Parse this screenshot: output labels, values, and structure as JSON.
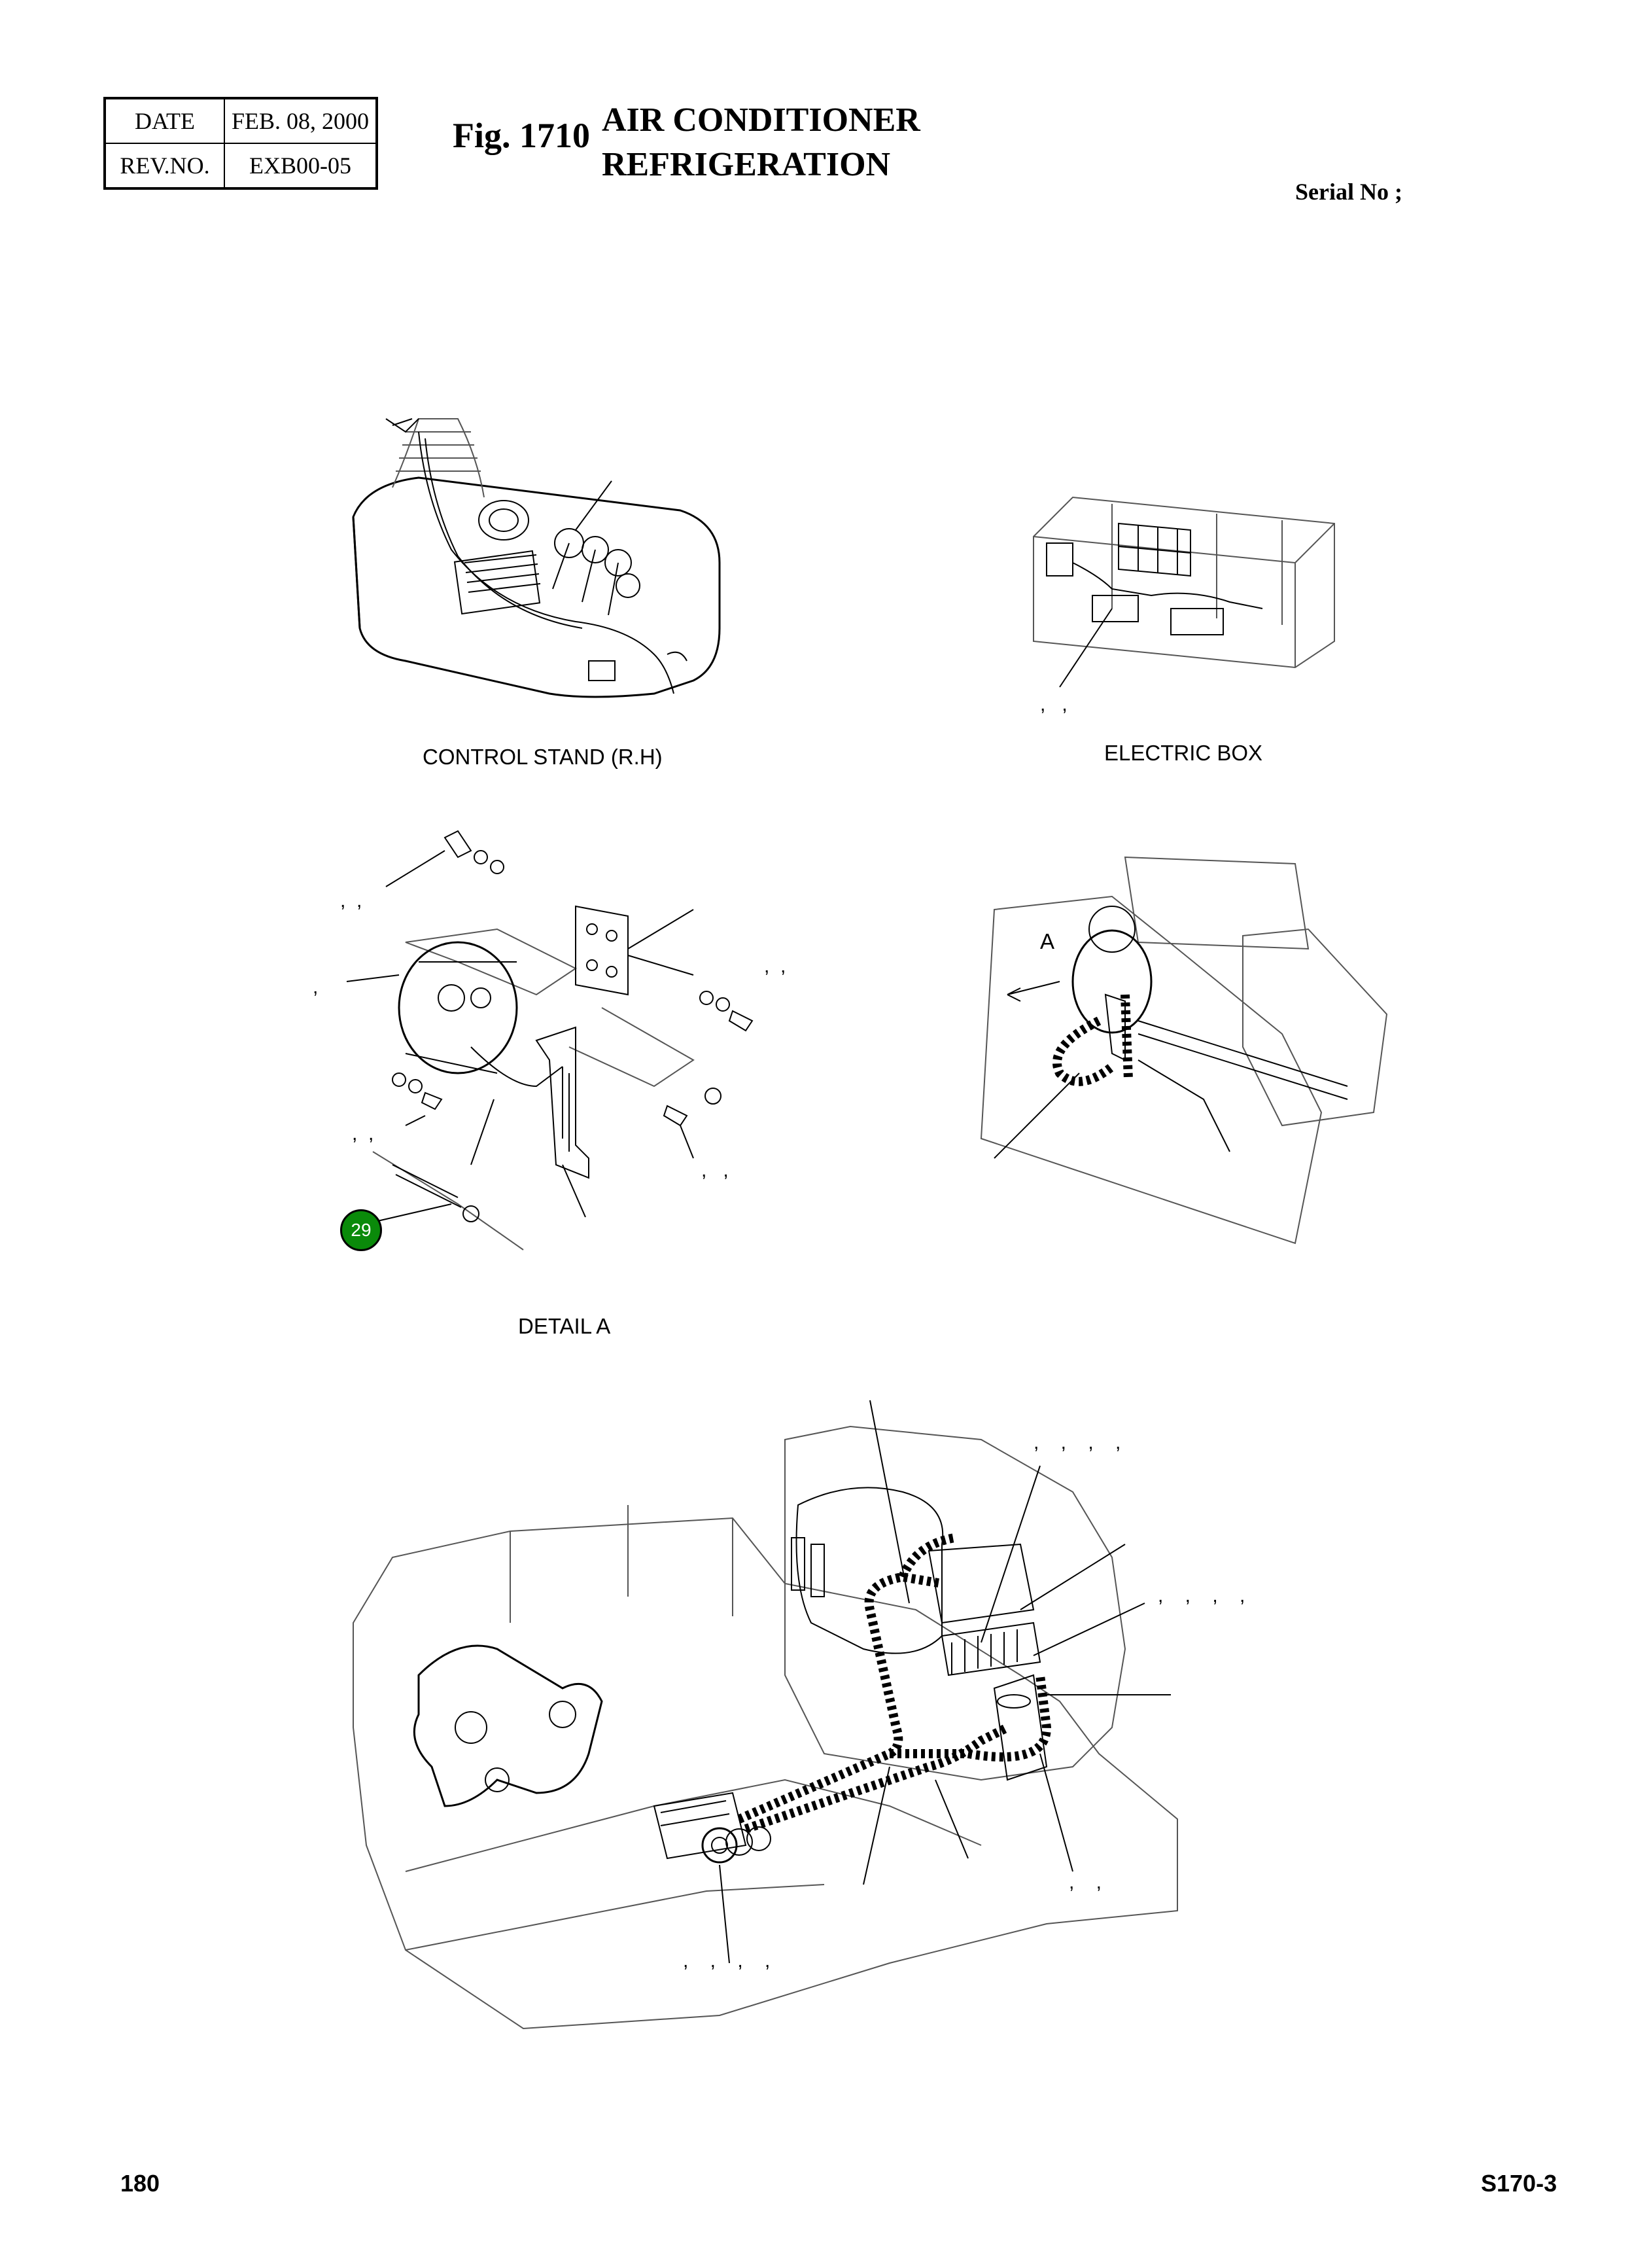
{
  "header": {
    "date_label": "DATE",
    "date_value": "FEB. 08, 2000",
    "rev_label": "REV.NO.",
    "rev_value": "EXB00-05",
    "fig_number": "Fig. 1710",
    "title_line1": "AIR CONDITIONER",
    "title_line2": "REFRIGERATION",
    "serial_label": "Serial No ;"
  },
  "captions": {
    "control_stand": "CONTROL STAND (R.H)",
    "electric_box": "ELECTRIC BOX",
    "detail_a": "DETAIL  A",
    "detail_marker": "A"
  },
  "badge": "29",
  "callouts": {
    "eb": ",   ,",
    "da1": ",  ,",
    "da2": ",",
    "da3": ",  ,",
    "da4": ",  ,",
    "da5": ",   ,",
    "m1": ",    ,    ,    ,",
    "m2": ",    ,    ,    ,",
    "m3": ",    ,",
    "m4": ",    ,    ,    ,"
  },
  "footer": {
    "page_number": "180",
    "model": "S170-3"
  }
}
